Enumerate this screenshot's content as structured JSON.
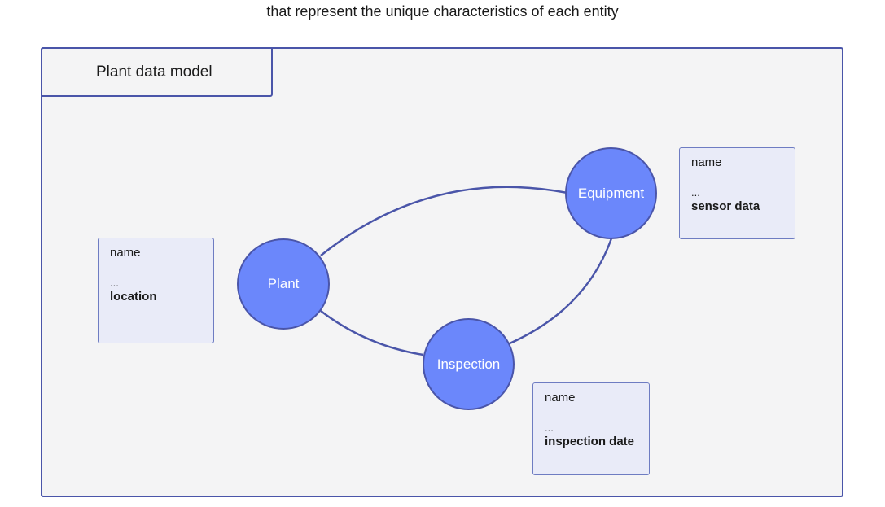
{
  "caption": "that represent the unique characteristics of each entity",
  "frame": {
    "title": "Plant data model"
  },
  "nodes": {
    "plant": "Plant",
    "equipment": "Equipment",
    "inspection": "Inspection"
  },
  "cards": {
    "plant": {
      "name": "name",
      "ellipsis": "...",
      "key": "location"
    },
    "equipment": {
      "name": "name",
      "ellipsis": "...",
      "key": "sensor data"
    },
    "inspection": {
      "name": "name",
      "ellipsis": "...",
      "key": "inspection date"
    }
  },
  "colors": {
    "node_fill": "#6b87fb",
    "stroke": "#4a55a9",
    "card_fill": "#e9ebf8",
    "canvas": "#f4f4f5"
  }
}
